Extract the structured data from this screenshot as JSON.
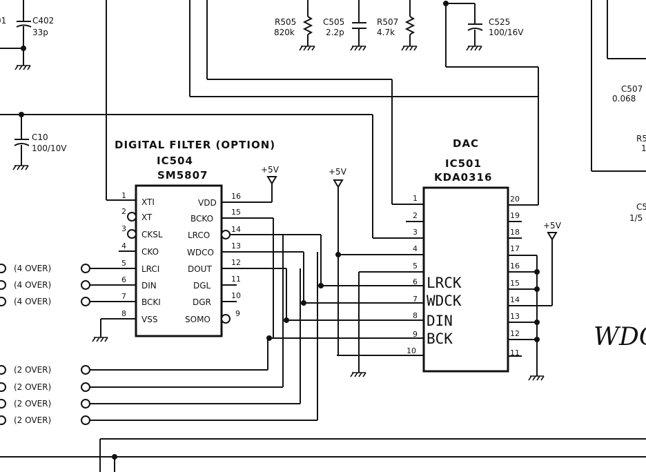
{
  "top_components": [
    {
      "ref": "C402",
      "value": "33p"
    },
    {
      "ref": "R505",
      "value": "820k"
    },
    {
      "ref": "C505",
      "value": "2.2p"
    },
    {
      "ref": "R507",
      "value": "4.7k"
    },
    {
      "ref": "C525",
      "value": "100/16V"
    },
    {
      "ref": "C10",
      "value": "100/10V"
    },
    {
      "ref": "C507",
      "value": "0.068"
    }
  ],
  "edge_fragments": {
    "left_top": "01",
    "right_r": "R5",
    "right_r_val": "1",
    "right_c": "C5",
    "right_c_val": "1/5"
  },
  "ic504": {
    "header": "DIGITAL FILTER (OPTION)",
    "ref": "IC504",
    "part": "SM5807",
    "supply": "+5V",
    "left_pins": [
      {
        "num": "1",
        "name": "XTI"
      },
      {
        "num": "2",
        "name": "XT"
      },
      {
        "num": "3",
        "name": "CKSL"
      },
      {
        "num": "4",
        "name": "CKO"
      },
      {
        "num": "5",
        "name": "LRCI"
      },
      {
        "num": "6",
        "name": "DIN"
      },
      {
        "num": "7",
        "name": "BCKI"
      },
      {
        "num": "8",
        "name": "VSS"
      }
    ],
    "right_pins": [
      {
        "num": "16",
        "name": "VDD"
      },
      {
        "num": "15",
        "name": "BCKO"
      },
      {
        "num": "14",
        "name": "LRCO"
      },
      {
        "num": "13",
        "name": "WDCO"
      },
      {
        "num": "12",
        "name": "DOUT"
      },
      {
        "num": "11",
        "name": "DGL"
      },
      {
        "num": "10",
        "name": "DGR"
      },
      {
        "num": "9",
        "name": "SOMO"
      }
    ]
  },
  "ic501": {
    "header": "DAC",
    "ref": "IC501",
    "part": "KDA0316",
    "supply": "+5V",
    "left_pins": [
      "1",
      "2",
      "3",
      "4",
      "5",
      "6",
      "7",
      "8",
      "9",
      "10"
    ],
    "right_pins": [
      "20",
      "19",
      "18",
      "17",
      "16",
      "15",
      "14",
      "13",
      "12",
      "11"
    ],
    "handwritten": [
      "LRCK",
      "WDCK",
      "DIN",
      "BCK"
    ]
  },
  "mid_supply": "+5V",
  "four_over": [
    "(4 OVER)",
    "(4 OVER)",
    "(4 OVER)"
  ],
  "two_over": [
    "(2 OVER)",
    "(2 OVER)",
    "(2 OVER)",
    "(2 OVER)"
  ],
  "margin_note": "WDC"
}
